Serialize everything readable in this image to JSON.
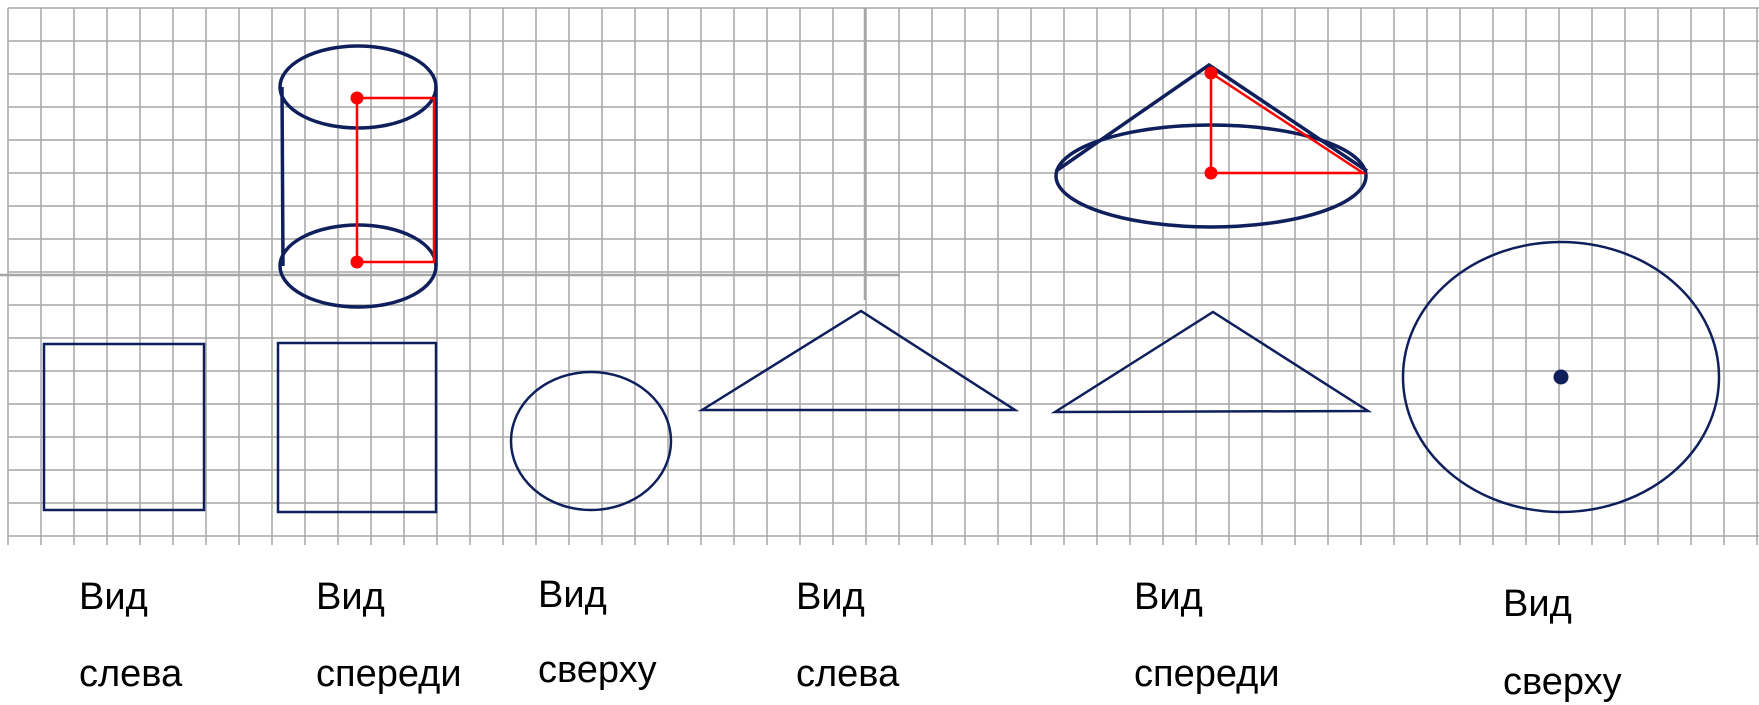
{
  "colors": {
    "background": "#ffffff",
    "grid": "#a6a6a6",
    "outline": "#0f1f5c",
    "construction": "#ff0000"
  },
  "figures": {
    "cylinder": "cylinder",
    "cone": "cone"
  },
  "views": [
    {
      "line1": "Вид",
      "line2": "слева",
      "shape": "square"
    },
    {
      "line1": "Вид",
      "line2": "спереди",
      "shape": "square"
    },
    {
      "line1": "Вид",
      "line2": "сверху",
      "shape": "circle"
    },
    {
      "line1": "Вид",
      "line2": "слева",
      "shape": "triangle"
    },
    {
      "line1": "Вид",
      "line2": "спереди",
      "shape": "triangle"
    },
    {
      "line1": "Вид",
      "line2": "сверху",
      "shape": "circle-with-center"
    }
  ]
}
